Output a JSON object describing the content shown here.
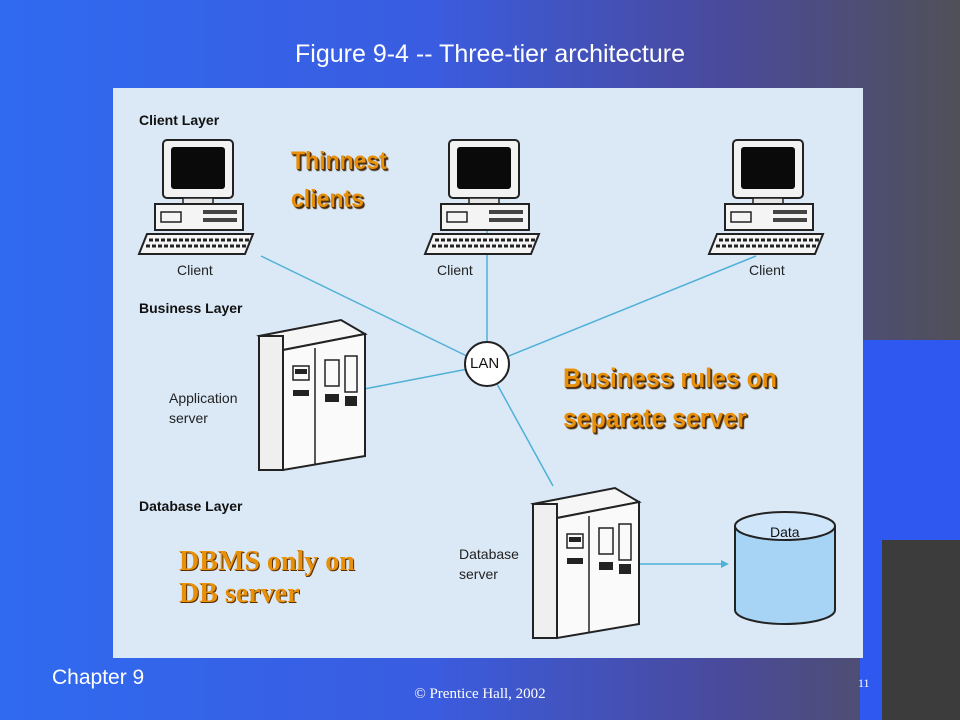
{
  "slide": {
    "title": "Figure 9-4 -- Three-tier architecture",
    "chapter": "Chapter 9",
    "copyright": "© Prentice Hall, 2002",
    "page": "11"
  },
  "diagram": {
    "layers": {
      "client": "Client Layer",
      "business": "Business Layer",
      "database": "Database Layer"
    },
    "nodes": {
      "client_1": "Client",
      "client_2": "Client",
      "client_3": "Client",
      "app_server_line1": "Application",
      "app_server_line2": "server",
      "db_server_line1": "Database",
      "db_server_line2": "server",
      "lan": "LAN",
      "data": "Data"
    },
    "callouts": {
      "thin_line1": "Thinnest",
      "thin_line2": "clients",
      "business_line1": "Business rules on",
      "business_line2": "separate server",
      "dbms_line1": "DBMS only on",
      "dbms_line2": "DB server"
    }
  },
  "colors": {
    "background": "#2f6af0",
    "figure_panel": "#dbe9f6",
    "callout": "#e8900a",
    "link_line": "#4fb0d8",
    "data_cylinder": "#a7d3f5"
  }
}
